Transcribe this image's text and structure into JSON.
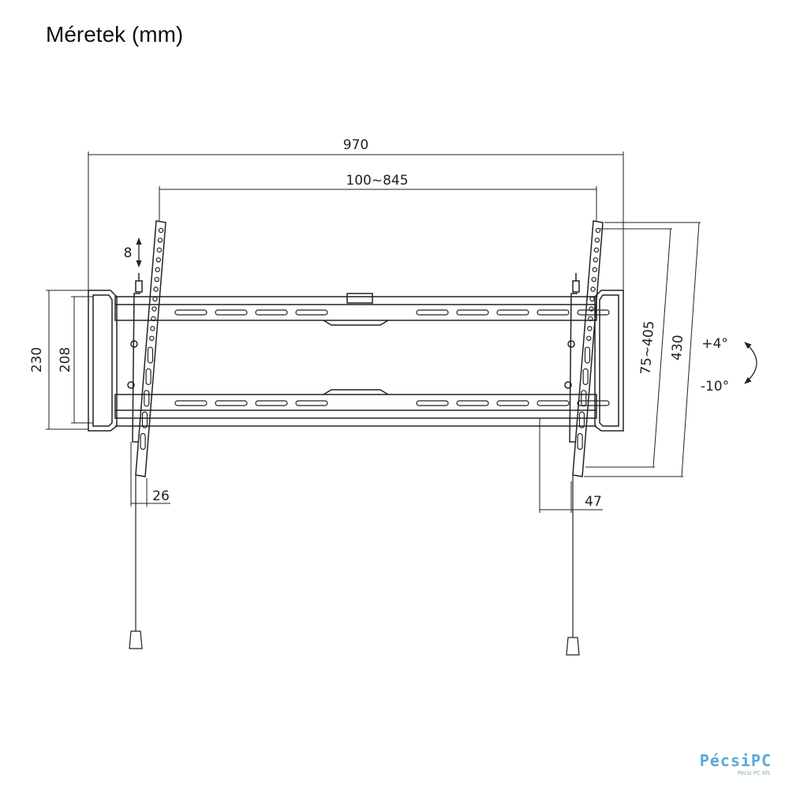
{
  "title": "Méretek (mm)",
  "dimensions": {
    "overall_width": "970",
    "vesa_width": "100~845",
    "rail_adjust": "8",
    "outer_height": "230",
    "inner_height": "208",
    "vesa_height": "75~405",
    "arm_height": "430",
    "tilt_up": "+4°",
    "tilt_down": "-10°",
    "wall_gap": "26",
    "depth": "47"
  },
  "logo": {
    "name": "PécsiPC",
    "sub": "Pécsi PC Kft."
  },
  "colors": {
    "line": "#222222",
    "logo": "#5aa9d6"
  }
}
